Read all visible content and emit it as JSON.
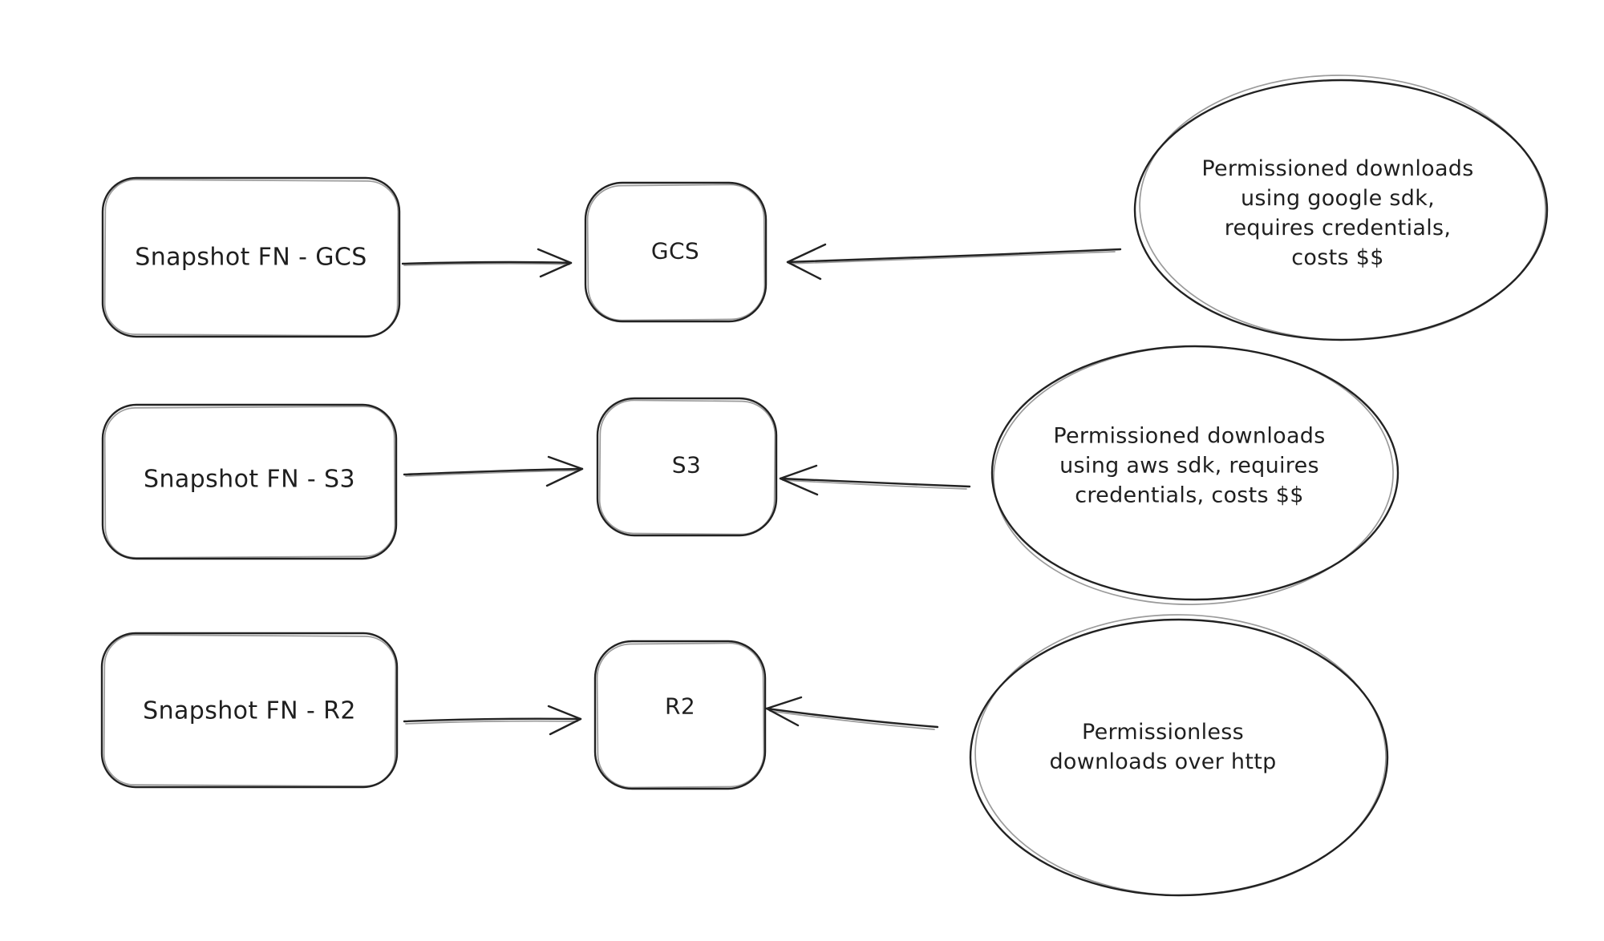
{
  "canvas": {
    "background": "#ffffff",
    "stroke_color": "#222222",
    "text_color": "#1f1f1f",
    "style": "hand-drawn whiteboard sketch"
  },
  "diagram": {
    "nodes": [
      {
        "id": "snapshot-fn-gcs",
        "shape": "rounded-rectangle",
        "label": "Snapshot FN - GCS"
      },
      {
        "id": "gcs",
        "shape": "rounded-rectangle",
        "label": "GCS"
      },
      {
        "id": "snapshot-fn-s3",
        "shape": "rounded-rectangle",
        "label": "Snapshot FN - S3"
      },
      {
        "id": "s3",
        "shape": "rounded-rectangle",
        "label": "S3"
      },
      {
        "id": "snapshot-fn-r2",
        "shape": "rounded-rectangle",
        "label": "Snapshot FN - R2"
      },
      {
        "id": "r2",
        "shape": "rounded-rectangle",
        "label": "R2"
      }
    ],
    "notes": [
      {
        "id": "note-gcs",
        "shape": "ellipse",
        "text": "Permissioned downloads using google sdk, requires credentials, costs $$",
        "lines": [
          "Permissioned downloads",
          "using google sdk,",
          "requires credentials,",
          "costs $$"
        ]
      },
      {
        "id": "note-s3",
        "shape": "ellipse",
        "text": "Permissioned downloads using aws sdk, requires credentials, costs $$",
        "lines": [
          "Permissioned downloads",
          "using aws sdk, requires",
          "credentials, costs $$"
        ]
      },
      {
        "id": "note-r2",
        "shape": "ellipse",
        "text": "Permissionless downloads over http",
        "lines": [
          "Permissionless",
          "downloads over http"
        ]
      }
    ],
    "edges": [
      {
        "from": "snapshot-fn-gcs",
        "to": "gcs",
        "arrowhead": "left-to-right"
      },
      {
        "from": "note-gcs",
        "to": "gcs",
        "arrowhead": "right-to-left"
      },
      {
        "from": "snapshot-fn-s3",
        "to": "s3",
        "arrowhead": "left-to-right"
      },
      {
        "from": "note-s3",
        "to": "s3",
        "arrowhead": "right-to-left"
      },
      {
        "from": "snapshot-fn-r2",
        "to": "r2",
        "arrowhead": "left-to-right"
      },
      {
        "from": "note-r2",
        "to": "r2",
        "arrowhead": "right-to-left"
      }
    ]
  }
}
